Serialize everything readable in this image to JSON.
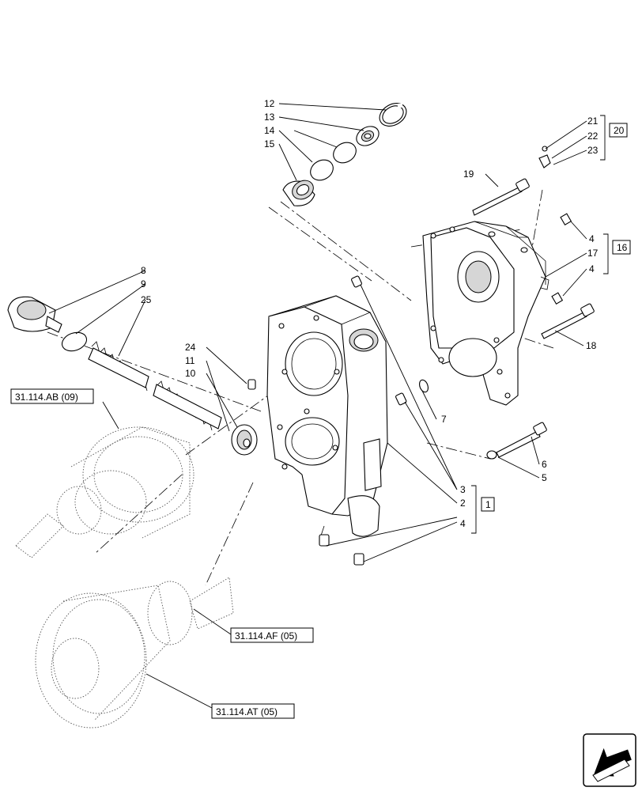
{
  "callouts": {
    "c1": "1",
    "c2": "2",
    "c3": "3",
    "c4": "4",
    "c5": "5",
    "c6": "6",
    "c7": "7",
    "c8": "8",
    "c9": "9",
    "c10": "10",
    "c11": "11",
    "c12": "12",
    "c13": "13",
    "c14": "14",
    "c15": "15",
    "c16": "16",
    "c17": "17",
    "c18": "18",
    "c19": "19",
    "c20": "20",
    "c21": "21",
    "c22": "22",
    "c23": "23",
    "c24": "24",
    "c25": "25"
  },
  "references": {
    "ab09": "31.114.AB (09)",
    "af05": "31.114.AF (05)",
    "at05": "31.114.AT (05)"
  },
  "colors": {
    "ink": "#000000",
    "paper": "#ffffff",
    "shade": "#d6d6d6"
  },
  "icons": {
    "nav": "next-page-arrow-icon"
  }
}
